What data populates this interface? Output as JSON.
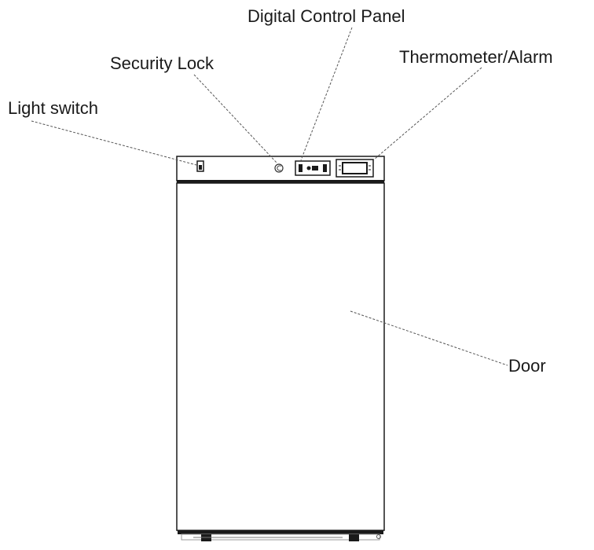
{
  "labels": {
    "digital_control_panel": "Digital Control Panel",
    "security_lock": "Security Lock",
    "thermometer_alarm": "Thermometer/Alarm",
    "light_switch": "Light switch",
    "door": "Door"
  },
  "colors": {
    "line": "#1a1a1a",
    "leader": "#555555",
    "background": "#ffffff"
  }
}
